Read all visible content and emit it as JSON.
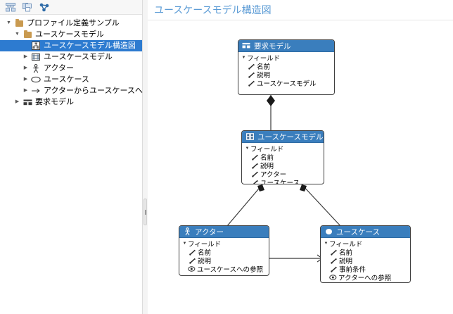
{
  "toolbar": {
    "buttons": [
      {
        "name": "layout-icon",
        "title": "レイアウト"
      },
      {
        "name": "copy-icon",
        "title": "コピー"
      },
      {
        "name": "link-icon",
        "title": "リンク"
      }
    ]
  },
  "tree": {
    "nodes": [
      {
        "label": "プロファイル定義サンプル",
        "indent": 0,
        "twist": "▼",
        "icon": "folder-icon",
        "selected": false
      },
      {
        "label": "ユースケースモデル",
        "indent": 1,
        "twist": "▼",
        "icon": "folder-icon",
        "selected": false
      },
      {
        "label": "ユースケースモデル構造図",
        "indent": 2,
        "twist": "",
        "icon": "structure-diagram-icon",
        "selected": true
      },
      {
        "label": "ユースケースモデル",
        "indent": 2,
        "twist": "▶",
        "icon": "usecase-model-icon",
        "selected": false
      },
      {
        "label": "アクター",
        "indent": 2,
        "twist": "▶",
        "icon": "actor-icon",
        "selected": false
      },
      {
        "label": "ユースケース",
        "indent": 2,
        "twist": "▶",
        "icon": "usecase-icon",
        "selected": false
      },
      {
        "label": "アクターからユースケースへの参照",
        "indent": 2,
        "twist": "▶",
        "icon": "reference-arrow-icon",
        "selected": false
      },
      {
        "label": "要求モデル",
        "indent": 1,
        "twist": "▶",
        "icon": "requirement-model-icon",
        "selected": false
      }
    ]
  },
  "diagram": {
    "title": "ユースケースモデル構造図",
    "accent_color": "#5b9bd5",
    "box_header_color": "#3a7ebd",
    "boxes": [
      {
        "id": "req-model",
        "title": "要求モデル",
        "icon": "requirement-model-icon",
        "group": "フィールド",
        "attributes": [
          {
            "label": "名前",
            "icon": "property-icon"
          },
          {
            "label": "説明",
            "icon": "property-icon"
          },
          {
            "label": "ユースケースモデル",
            "icon": "property-icon"
          }
        ]
      },
      {
        "id": "usecase-model",
        "title": "ユースケースモデル",
        "icon": "usecase-model-icon",
        "group": "フィールド",
        "attributes": [
          {
            "label": "名前",
            "icon": "property-icon"
          },
          {
            "label": "説明",
            "icon": "property-icon"
          },
          {
            "label": "アクター",
            "icon": "property-icon"
          },
          {
            "label": "ユースケース",
            "icon": "property-icon"
          }
        ]
      },
      {
        "id": "actor",
        "title": "アクター",
        "icon": "actor-icon",
        "group": "フィールド",
        "attributes": [
          {
            "label": "名前",
            "icon": "property-icon"
          },
          {
            "label": "説明",
            "icon": "property-icon"
          },
          {
            "label": "ユースケースへの参照",
            "icon": "reference-icon"
          }
        ]
      },
      {
        "id": "usecase",
        "title": "ユースケース",
        "icon": "usecase-icon",
        "group": "フィールド",
        "attributes": [
          {
            "label": "名前",
            "icon": "property-icon"
          },
          {
            "label": "説明",
            "icon": "property-icon"
          },
          {
            "label": "事前条件",
            "icon": "property-icon"
          },
          {
            "label": "アクターへの参照",
            "icon": "reference-icon"
          }
        ]
      }
    ],
    "edges": [
      {
        "from": "req-model",
        "to": "usecase-model",
        "type": "composition"
      },
      {
        "from": "usecase-model",
        "to": "actor",
        "type": "composition"
      },
      {
        "from": "usecase-model",
        "to": "usecase",
        "type": "composition"
      },
      {
        "from": "actor",
        "to": "usecase",
        "type": "association-directed"
      }
    ]
  }
}
